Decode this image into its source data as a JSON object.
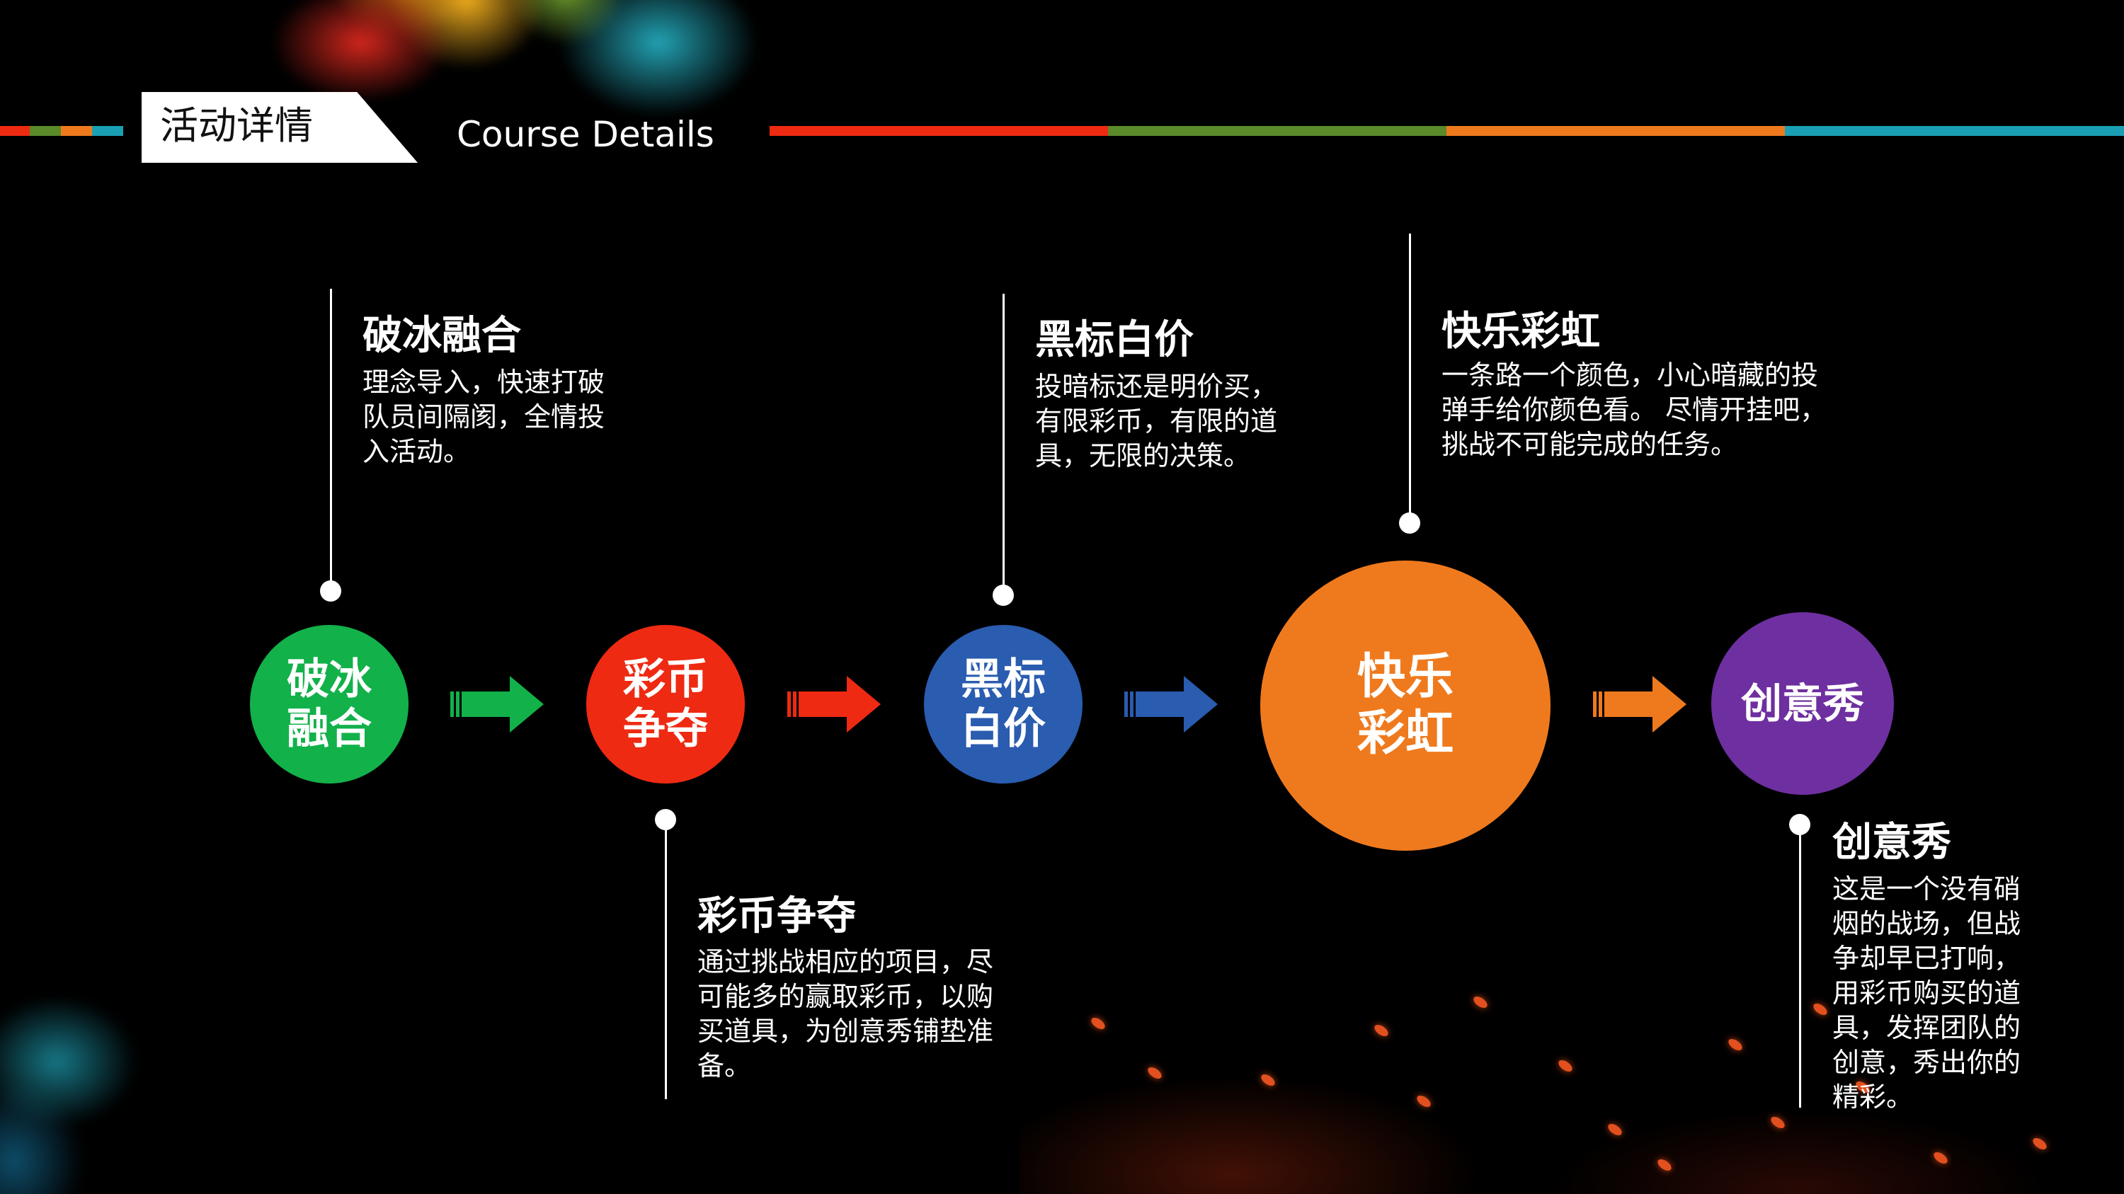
{
  "header": {
    "title": "活动详情",
    "subtitle": "Course Details"
  },
  "colors": {
    "green": "#12b14a",
    "red": "#ee2a12",
    "blue": "#2a5cb0",
    "orange": "#ef7a1e",
    "purple": "#6e2fa0",
    "olive": "#5b8a2a",
    "teal": "#1aa0b4"
  },
  "steps": [
    {
      "circle_line1": "破冰",
      "circle_line2": "融合",
      "heading": "破冰融合",
      "desc": [
        "理念导入，快速打破",
        "队员间隔阂，全情投",
        "入活动。"
      ]
    },
    {
      "circle_line1": "彩币",
      "circle_line2": "争夺",
      "heading": "彩币争夺",
      "desc": [
        "通过挑战相应的项目，尽",
        "可能多的赢取彩币，以购",
        "买道具，为创意秀铺垫准",
        "备。"
      ]
    },
    {
      "circle_line1": "黑标",
      "circle_line2": "白价",
      "heading": "黑标白价",
      "desc": [
        "投暗标还是明价买，",
        "有限彩币，有限的道",
        "具，无限的决策。"
      ]
    },
    {
      "circle_line1": "快乐",
      "circle_line2": "彩虹",
      "heading": "快乐彩虹",
      "desc": [
        "一条路一个颜色，小心暗藏的投",
        "弹手给你颜色看。  尽情开挂吧，",
        "挑战不可能完成的任务。"
      ]
    },
    {
      "circle_line1": "创意秀",
      "circle_line2": "",
      "heading": "创意秀",
      "desc": [
        "这是一个没有硝",
        "烟的战场，但战",
        "争却早已打响，",
        "用彩币购买的道",
        "具，发挥团队的",
        "创意，秀出你的",
        "精彩。"
      ]
    }
  ]
}
